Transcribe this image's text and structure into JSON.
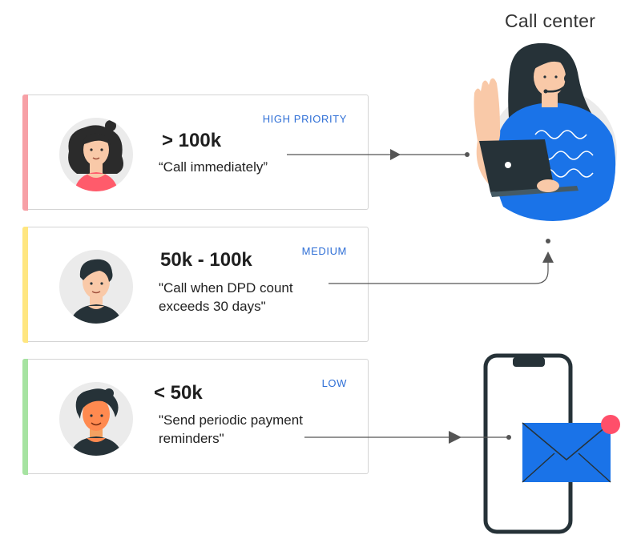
{
  "destinations": {
    "call_center": {
      "title": "Call center"
    }
  },
  "tiers": [
    {
      "priority": "HIGH PRIORITY",
      "amount": "> 100k",
      "action": "“Call immediately”",
      "stripe_color": "#f7a0a6"
    },
    {
      "priority": "MEDIUM",
      "amount": "50k - 100k",
      "action": "\"Call when DPD count\nexceeds 30 days\"",
      "stripe_color": "#ffe680"
    },
    {
      "priority": "LOW",
      "amount": "< 50k",
      "action": "\"Send periodic payment\nreminders\"",
      "stripe_color": "#a6e3a1"
    }
  ],
  "colors": {
    "priority_label": "#2f6fd6",
    "brand_blue": "#1a73e8",
    "notification": "#ff4f6a",
    "connector": "#555555"
  },
  "icons": {
    "agent": "call-center-agent-illustration",
    "phone": "smartphone-illustration",
    "mail": "envelope-icon"
  }
}
